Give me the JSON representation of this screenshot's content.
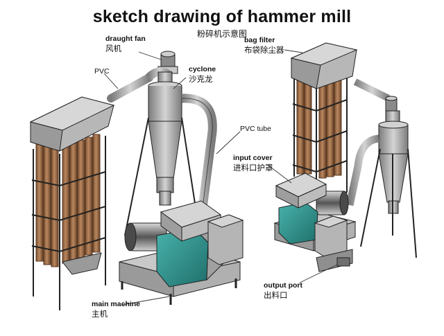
{
  "title": "sketch drawing of hammer mill",
  "subtitle": "粉碎机示意图",
  "labels": {
    "draught_fan": {
      "en": "draught fan",
      "zh": "风机"
    },
    "pvc": {
      "en": "PVC"
    },
    "cyclone": {
      "en": "cyclone",
      "zh": "沙克龙"
    },
    "bag_filter": {
      "en": "bag filter",
      "zh": "布袋除尘器"
    },
    "pvc_tube": {
      "en": "PVC tube"
    },
    "input_cover": {
      "en": "input cover",
      "zh": "进料口护罩"
    },
    "output_port": {
      "en": "output port",
      "zh": "出料口"
    },
    "main_machine": {
      "en": "main machine",
      "zh": "主机"
    }
  },
  "colors": {
    "steel": "#a9a9a9",
    "steel_dark": "#6f6f6f",
    "bag": "#9c6b45",
    "motor_teal": "#2f8f8a",
    "outline": "#222222"
  }
}
